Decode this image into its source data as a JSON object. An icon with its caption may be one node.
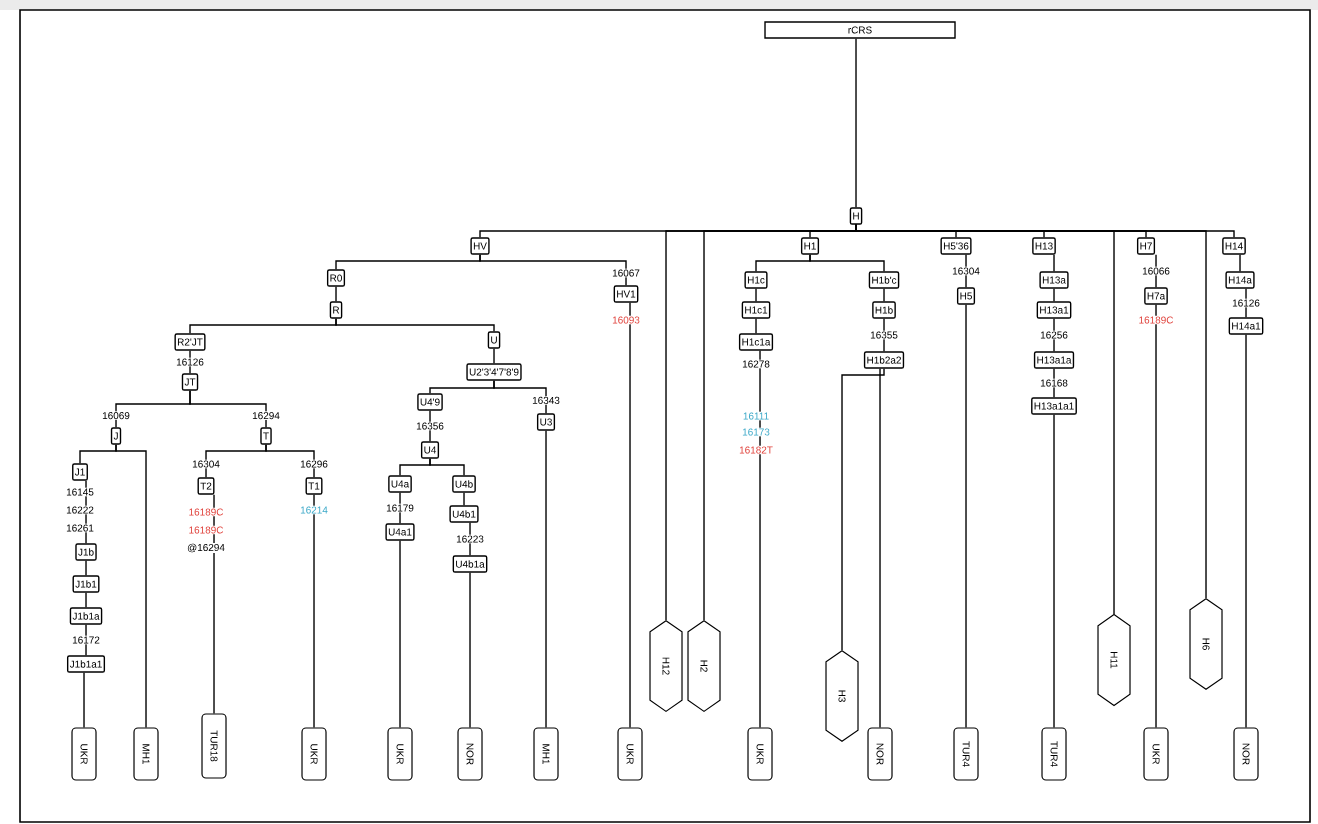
{
  "diagram": {
    "nodes": [
      {
        "text": [
          "rCRS"
        ]
      },
      {
        "text": [
          "H"
        ]
      },
      {
        "text": [
          "HV"
        ]
      },
      {
        "text": [
          "R0"
        ]
      },
      {
        "text": [
          "R"
        ]
      },
      {
        "text": [
          "R2'JT"
        ]
      },
      {
        "text": [
          "JT"
        ]
      },
      {
        "text": [
          "J"
        ]
      },
      {
        "text": [
          "T"
        ]
      },
      {
        "text": [
          "J1"
        ],
        "beside": [
          "16145",
          "16222",
          "16261"
        ]
      },
      {
        "text": [
          "J1b"
        ]
      },
      {
        "text": [
          "J1b1"
        ]
      },
      {
        "text": [
          "J1b1a"
        ]
      },
      {
        "text": [
          "J1b1a1"
        ]
      },
      {
        "text": [
          "UKR"
        ]
      },
      {
        "text": [
          "MH1"
        ]
      },
      {
        "text": [
          "T2"
        ],
        "beside": [
          "16189C",
          "16189C",
          "@16294"
        ]
      },
      {
        "text": [
          "TUR18"
        ]
      },
      {
        "text": [
          "T1"
        ],
        "beside": [
          "16214"
        ]
      },
      {
        "text": [
          "UKR"
        ]
      },
      {
        "text": [
          "U"
        ]
      },
      {
        "text": [
          "U2'3'4'7'8'9"
        ]
      },
      {
        "text": [
          "U4'9"
        ]
      },
      {
        "text": [
          "U4"
        ]
      },
      {
        "text": [
          "U4a"
        ]
      },
      {
        "text": [
          "U4a1"
        ]
      },
      {
        "text": [
          "UKR"
        ]
      },
      {
        "text": [
          "U4b"
        ]
      },
      {
        "text": [
          "U4b1"
        ]
      },
      {
        "text": [
          "U4b1a"
        ]
      },
      {
        "text": [
          "NOR"
        ]
      },
      {
        "text": [
          "U3"
        ]
      },
      {
        "text": [
          "MH1"
        ]
      },
      {
        "text": [
          "HV1"
        ],
        "beside": [
          "16093"
        ]
      },
      {
        "text": [
          "UKR"
        ]
      },
      {
        "text": [
          "H12"
        ]
      },
      {
        "text": [
          "H2"
        ]
      },
      {
        "text": [
          "H1"
        ]
      },
      {
        "text": [
          "H1c"
        ]
      },
      {
        "text": [
          "H1c1"
        ]
      },
      {
        "text": [
          "H1c1a"
        ],
        "beside": [
          "16278",
          "16111",
          "16173",
          "16182T"
        ]
      },
      {
        "text": [
          "UKR"
        ]
      },
      {
        "text": [
          "H1b'c"
        ]
      },
      {
        "text": [
          "H1b"
        ]
      },
      {
        "text": [
          "H1b2a2"
        ]
      },
      {
        "text": [
          "H3"
        ]
      },
      {
        "text": [
          "NOR"
        ]
      },
      {
        "text": [
          "H5'36"
        ]
      },
      {
        "text": [
          "H5"
        ]
      },
      {
        "text": [
          "TUR4"
        ]
      },
      {
        "text": [
          "H13"
        ]
      },
      {
        "text": [
          "H13a"
        ]
      },
      {
        "text": [
          "H13a1"
        ]
      },
      {
        "text": [
          "H13a1a"
        ]
      },
      {
        "text": [
          "H13a1a1"
        ]
      },
      {
        "text": [
          "TUR4"
        ]
      },
      {
        "text": [
          "H11"
        ]
      },
      {
        "text": [
          "H7"
        ]
      },
      {
        "text": [
          "H7a"
        ],
        "beside": [
          "16189C"
        ]
      },
      {
        "text": [
          "UKR"
        ]
      },
      {
        "text": [
          "H6"
        ]
      },
      {
        "text": [
          "H14"
        ]
      },
      {
        "text": [
          "H14a"
        ]
      },
      {
        "text": [
          "H14a1"
        ]
      },
      {
        "text": [
          "NOR"
        ]
      }
    ],
    "edges": [
      {
        "from": 0,
        "to": 1,
        "arrow": "none"
      },
      {
        "from": 1,
        "to": 2,
        "arrow": "none"
      },
      {
        "from": 2,
        "to": 3,
        "arrow": "none"
      },
      {
        "from": 3,
        "to": 4,
        "arrow": "none"
      },
      {
        "from": 4,
        "to": 5,
        "arrow": "none"
      },
      {
        "from": 5,
        "to": 6,
        "arrow": "none",
        "label": "16126"
      },
      {
        "from": 6,
        "to": 7,
        "arrow": "none",
        "label": "16069"
      },
      {
        "from": 6,
        "to": 8,
        "arrow": "none",
        "label": "16294"
      },
      {
        "from": 7,
        "to": 9,
        "arrow": "none"
      },
      {
        "from": 9,
        "to": 10,
        "arrow": "none"
      },
      {
        "from": 10,
        "to": 11,
        "arrow": "none"
      },
      {
        "from": 11,
        "to": 12,
        "arrow": "none"
      },
      {
        "from": 12,
        "to": 13,
        "arrow": "none",
        "label": "16172"
      },
      {
        "from": 13,
        "to": 14,
        "arrow": "none"
      },
      {
        "from": 7,
        "to": 15,
        "arrow": "none"
      },
      {
        "from": 8,
        "to": 16,
        "arrow": "none",
        "label": "16304"
      },
      {
        "from": 16,
        "to": 17,
        "arrow": "none"
      },
      {
        "from": 8,
        "to": 18,
        "arrow": "none",
        "label": "16296"
      },
      {
        "from": 18,
        "to": 19,
        "arrow": "none"
      },
      {
        "from": 4,
        "to": 20,
        "arrow": "none"
      },
      {
        "from": 20,
        "to": 21,
        "arrow": "none"
      },
      {
        "from": 21,
        "to": 22,
        "arrow": "none"
      },
      {
        "from": 22,
        "to": 23,
        "arrow": "none",
        "label": "16356"
      },
      {
        "from": 23,
        "to": 24,
        "arrow": "none"
      },
      {
        "from": 24,
        "to": 25,
        "arrow": "none",
        "label": "16179"
      },
      {
        "from": 25,
        "to": 26,
        "arrow": "none"
      },
      {
        "from": 23,
        "to": 27,
        "arrow": "none"
      },
      {
        "from": 27,
        "to": 28,
        "arrow": "none"
      },
      {
        "from": 28,
        "to": 29,
        "arrow": "none",
        "label": "16223"
      },
      {
        "from": 29,
        "to": 30,
        "arrow": "none"
      },
      {
        "from": 21,
        "to": 31,
        "arrow": "none",
        "label": "16343"
      },
      {
        "from": 31,
        "to": 32,
        "arrow": "none"
      },
      {
        "from": 2,
        "to": 33,
        "arrow": "none",
        "label": "16067"
      },
      {
        "from": 33,
        "to": 34,
        "arrow": "none"
      },
      {
        "from": 1,
        "to": 35,
        "arrow": "none"
      },
      {
        "from": 1,
        "to": 36,
        "arrow": "none"
      },
      {
        "from": 1,
        "to": 37,
        "arrow": "none"
      },
      {
        "from": 37,
        "to": 38,
        "arrow": "none"
      },
      {
        "from": 38,
        "to": 39,
        "arrow": "none"
      },
      {
        "from": 39,
        "to": 40,
        "arrow": "none"
      },
      {
        "from": 40,
        "to": 41,
        "arrow": "none"
      },
      {
        "from": 37,
        "to": 42,
        "arrow": "none"
      },
      {
        "from": 42,
        "to": 43,
        "arrow": "none"
      },
      {
        "from": 43,
        "to": 44,
        "arrow": "none",
        "label": "16355"
      },
      {
        "from": 44,
        "to": 45,
        "arrow": "none"
      },
      {
        "from": 44,
        "to": 46,
        "arrow": "none"
      },
      {
        "from": 1,
        "to": 47,
        "arrow": "none"
      },
      {
        "from": 47,
        "to": 48,
        "arrow": "none",
        "label": "16304"
      },
      {
        "from": 48,
        "to": 49,
        "arrow": "none"
      },
      {
        "from": 1,
        "to": 50,
        "arrow": "none"
      },
      {
        "from": 50,
        "to": 51,
        "arrow": "none"
      },
      {
        "from": 51,
        "to": 52,
        "arrow": "none"
      },
      {
        "from": 52,
        "to": 53,
        "arrow": "none",
        "label": "16256"
      },
      {
        "from": 53,
        "to": 54,
        "arrow": "none",
        "label": "16168"
      },
      {
        "from": 54,
        "to": 55,
        "arrow": "none"
      },
      {
        "from": 1,
        "to": 56,
        "arrow": "none"
      },
      {
        "from": 1,
        "to": 57,
        "arrow": "none"
      },
      {
        "from": 57,
        "to": 58,
        "arrow": "none",
        "label": "16066"
      },
      {
        "from": 58,
        "to": 59,
        "arrow": "none"
      },
      {
        "from": 1,
        "to": 60,
        "arrow": "none"
      },
      {
        "from": 1,
        "to": 61,
        "arrow": "none"
      },
      {
        "from": 61,
        "to": 62,
        "arrow": "none"
      },
      {
        "from": 62,
        "to": 63,
        "arrow": "none",
        "label": "16126"
      },
      {
        "from": 63,
        "to": 64,
        "arrow": "none"
      }
    ]
  }
}
